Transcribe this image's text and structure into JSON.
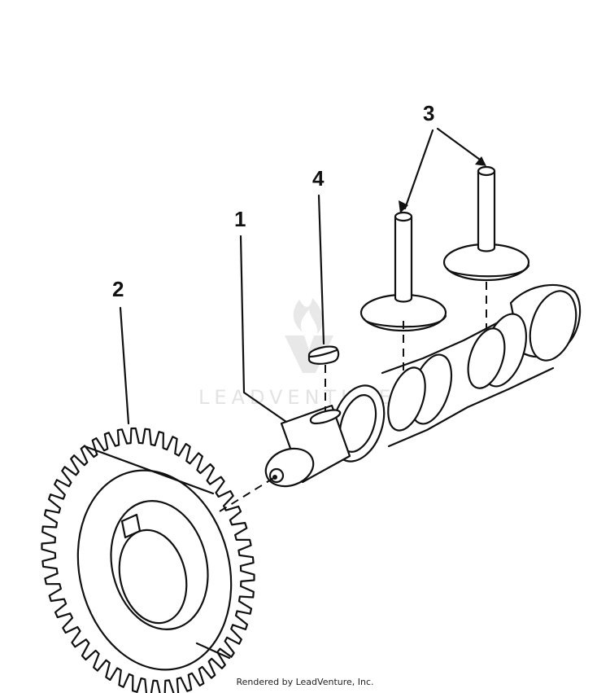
{
  "callouts": [
    {
      "number": "1",
      "part": "camshaft"
    },
    {
      "number": "2",
      "part": "gear"
    },
    {
      "number": "3",
      "part": "lifter"
    },
    {
      "number": "4",
      "part": "key"
    }
  ],
  "watermark": {
    "text": "LEADVENTURE",
    "logo": "flame-v-icon"
  },
  "footer": {
    "credit": "Rendered by LeadVenture, Inc."
  },
  "colors": {
    "ink": "#111111",
    "paper": "#ffffff",
    "watermark": "#e3e3e3"
  }
}
